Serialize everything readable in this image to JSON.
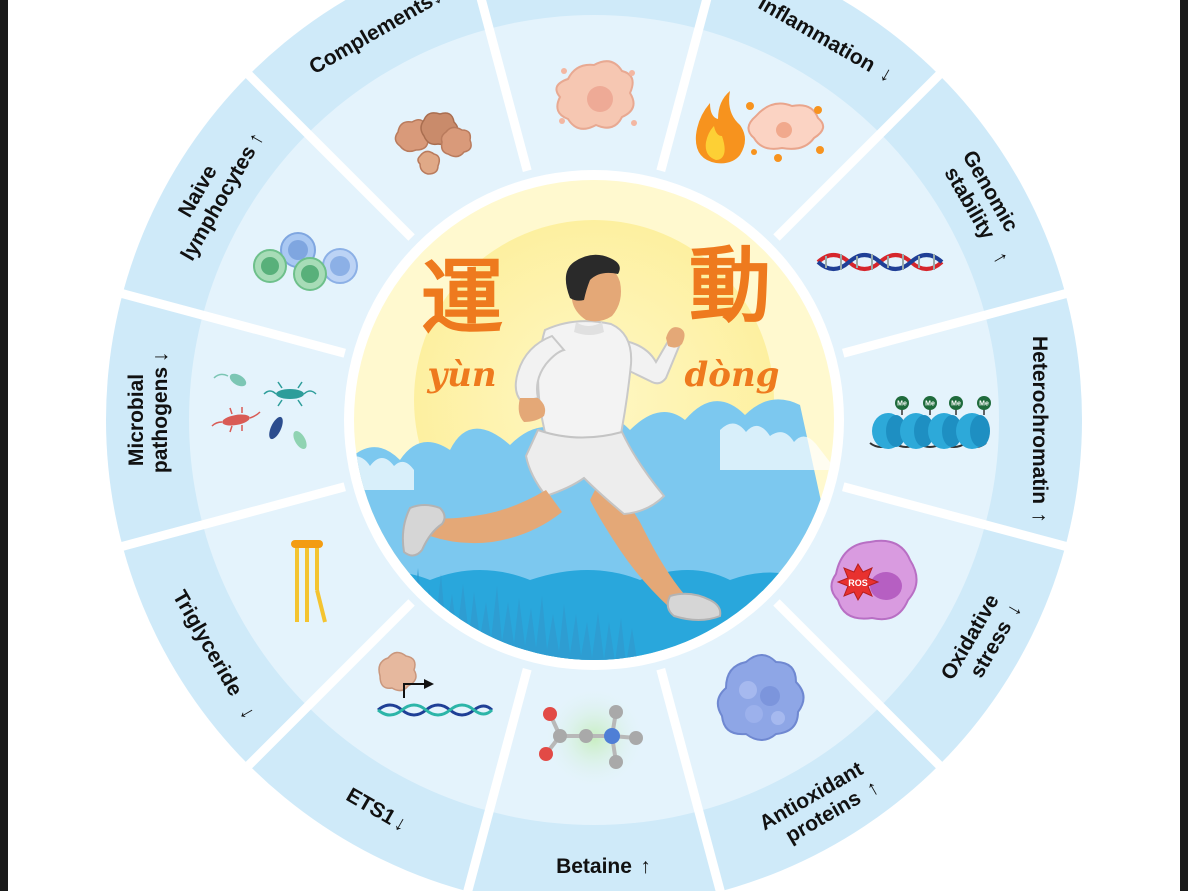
{
  "center": {
    "hanzi_left": "運",
    "hanzi_right": "動",
    "pinyin_left": "yùn",
    "pinyin_right": "dòng"
  },
  "segments": [
    {
      "id": "inflammation",
      "lines": [
        "Inflammation"
      ],
      "arrow": "↓",
      "icon": "inflammation-icon"
    },
    {
      "id": "genomic-stability",
      "lines": [
        "Genomic",
        "stability"
      ],
      "arrow": "↑",
      "icon": "dna-helix-icon"
    },
    {
      "id": "heterochromatin",
      "lines": [
        "Heterochromatin"
      ],
      "arrow": "↑",
      "icon": "nucleosome-methylation-icon"
    },
    {
      "id": "oxidative-stress",
      "lines": [
        "Oxidative",
        "stress"
      ],
      "arrow": "↓",
      "icon": "ros-cell-icon"
    },
    {
      "id": "antioxidant-proteins",
      "lines": [
        "Antioxidant",
        "proteins"
      ],
      "arrow": "↑",
      "icon": "protein-blob-icon"
    },
    {
      "id": "betaine",
      "lines": [
        "Betaine"
      ],
      "arrow": "↑",
      "icon": "betaine-molecule-icon"
    },
    {
      "id": "ets1",
      "lines": [
        "ETS1"
      ],
      "arrow": "↓",
      "icon": "transcription-factor-dna-icon"
    },
    {
      "id": "triglyceride",
      "lines": [
        "Triglyceride"
      ],
      "arrow": "↓",
      "icon": "triglyceride-icon"
    },
    {
      "id": "microbial-pathogens",
      "lines": [
        "Microbial",
        "pathogens"
      ],
      "arrow": "↓",
      "icon": "bacteria-icon"
    },
    {
      "id": "naive-lymphocytes",
      "lines": [
        "Naive",
        "lymphocytes"
      ],
      "arrow": "↑",
      "icon": "lymphocyte-cells-icon"
    },
    {
      "id": "complements",
      "lines": [
        "Complements"
      ],
      "arrow": "↓",
      "icon": "complement-protein-icon"
    },
    {
      "id": "top-unlabeled",
      "lines": [],
      "arrow": "",
      "icon": "cell-icon"
    }
  ],
  "ros_label": "ROS",
  "me_label": "Me",
  "colors": {
    "outer_ring": "#cfeaf9",
    "inner_ring": "#e4f3fc",
    "divider": "#ffffff",
    "hanzi": "#ee7a1e",
    "sun": "#fdf3b0",
    "sky_water": "#7cc8ef"
  }
}
